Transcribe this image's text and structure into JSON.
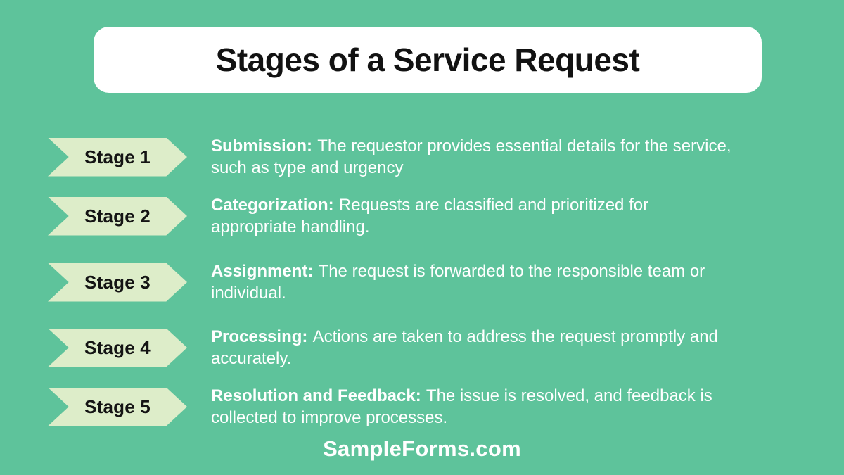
{
  "title": "Stages of a Service Request",
  "colors": {
    "background": "#5EC39B",
    "title_card_background": "#FFFFFF",
    "title_text": "#121212",
    "banner_background": "#DDEDC9",
    "banner_text": "#141414",
    "description_text": "#FFFFFF",
    "footer_text": "#FFFFFF"
  },
  "stages": [
    {
      "label": "Stage 1",
      "term": "Submission:",
      "description": "The requestor provides essential details for the service, such as type and urgency"
    },
    {
      "label": "Stage 2",
      "term": "Categorization:",
      "description": "Requests are classified and prioritized for appropriate handling."
    },
    {
      "label": "Stage 3",
      "term": "Assignment:",
      "description": "The request is forwarded to the responsible team or individual."
    },
    {
      "label": "Stage 4",
      "term": "Processing:",
      "description": "Actions are taken to address the request promptly and accurately."
    },
    {
      "label": "Stage 5",
      "term": "Resolution and Feedback:",
      "description": "The issue is resolved, and feedback is collected to improve processes."
    }
  ],
  "footer": {
    "wordmark": "SampleForms.com"
  }
}
